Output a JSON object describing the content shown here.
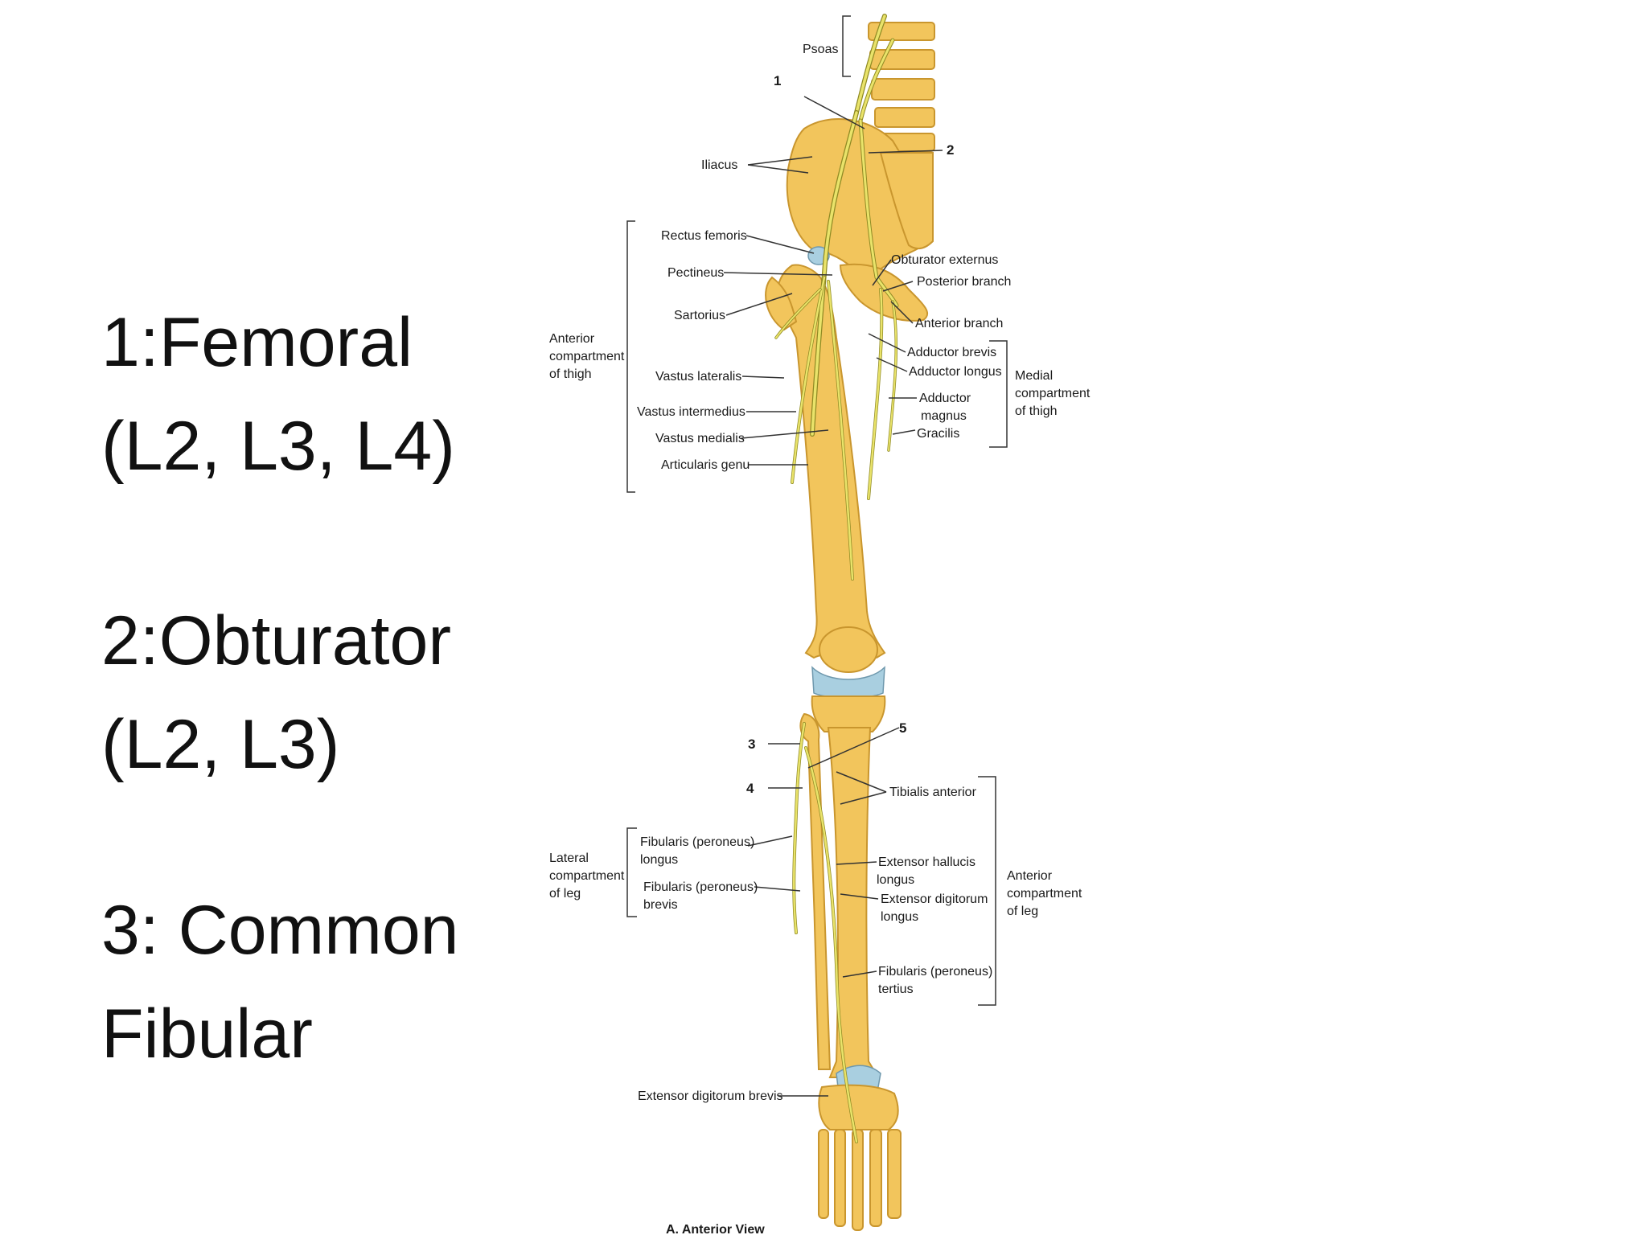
{
  "nerve_list": [
    {
      "line1": "1:Femoral",
      "line2": "(L2, L3, L4)"
    },
    {
      "line1": "2:Obturator",
      "line2": "(L2, L3)"
    },
    {
      "line1": "3: Common",
      "line2": "Fibular"
    }
  ],
  "diagram": {
    "numbers": {
      "n1": "1",
      "n2": "2",
      "n3": "3",
      "n4": "4",
      "n5": "5"
    },
    "labels": {
      "psoas": "Psoas",
      "iliacus": "Iliacus",
      "rectus_femoris": "Rectus femoris",
      "pectineus": "Pectineus",
      "sartorius": "Sartorius",
      "vastus_lateralis": "Vastus lateralis",
      "vastus_intermedius": "Vastus intermedius",
      "vastus_medialis": "Vastus medialis",
      "articularis_genu": "Articularis genu",
      "obturator_externus": "Obturator externus",
      "posterior_branch": "Posterior branch",
      "anterior_branch": "Anterior branch",
      "adductor_brevis": "Adductor brevis",
      "adductor_longus": "Adductor longus",
      "adductor_magnus_1": "Adductor",
      "adductor_magnus_2": "magnus",
      "gracilis": "Gracilis",
      "tibialis_anterior": "Tibialis anterior",
      "fib_longus_1": "Fibularis (peroneus)",
      "fib_longus_2": "longus",
      "fib_brevis_1": "Fibularis (peroneus)",
      "fib_brevis_2": "brevis",
      "ext_hallucis_1": "Extensor hallucis",
      "ext_hallucis_2": "longus",
      "ext_digitorum_1": "Extensor digitorum",
      "ext_digitorum_2": "longus",
      "fib_tertius_1": "Fibularis (peroneus)",
      "fib_tertius_2": "tertius",
      "ext_dig_brevis": "Extensor digitorum brevis",
      "bottom_caption": "A. Anterior View"
    },
    "groups": {
      "ant_thigh_1": "Anterior",
      "ant_thigh_2": "compartment",
      "ant_thigh_3": "of thigh",
      "med_thigh_1": "Medial",
      "med_thigh_2": "compartment",
      "med_thigh_3": "of thigh",
      "lat_leg_1": "Lateral",
      "lat_leg_2": "compartment",
      "lat_leg_3": "of leg",
      "ant_leg_1": "Anterior",
      "ant_leg_2": "compartment",
      "ant_leg_3": "of leg"
    }
  },
  "colors": {
    "bone": "#f2c55c",
    "bone_outline": "#c9962e",
    "nerve": "#e9e36a",
    "nerve_outline": "#8f8a24",
    "cartilage": "#a9cfe0",
    "line": "#333333"
  }
}
